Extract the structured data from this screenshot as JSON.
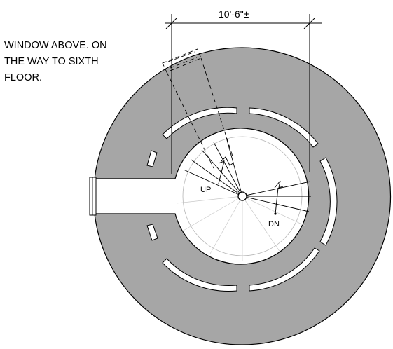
{
  "note": {
    "lines": [
      "WINDOW ABOVE.  ON",
      "THE WAY TO SIXTH",
      "FLOOR."
    ]
  },
  "dimension": {
    "label": "10'-6\"±"
  },
  "labels": {
    "up": "UP",
    "down": "DN"
  },
  "colors": {
    "wall_fill": "#a6a6a6",
    "floor_fill": "#ffffff",
    "line": "#000000",
    "thin_line": "#9a9a9a"
  }
}
